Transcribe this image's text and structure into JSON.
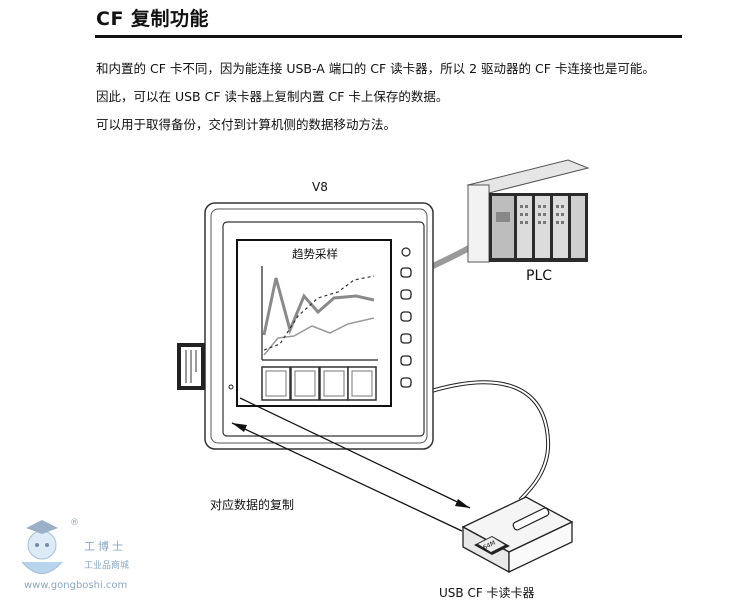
{
  "heading": "CF 复制功能",
  "paragraphs": [
    "和内置的 CF 卡不同，因为能连接 USB-A 端口的 CF 读卡器，所以 2 驱动器的 CF 卡连接也是可能。",
    "因此，可以在 USB CF 读卡器上复制内置 CF 卡上保存的数据。",
    "可以用于取得备份，交付到计算机侧的数据移动方法。"
  ],
  "diagram": {
    "device_label": "V8",
    "screen_title": "趋势采样",
    "plc_label": "PLC",
    "copy_label": "对应数据的复制",
    "reader_label": "USB CF 卡读卡器",
    "card_label": "64M"
  },
  "watermark": {
    "brand": "工博士",
    "sub": "工业品商城",
    "url": "www.gongboshi.com",
    "reg": "®"
  }
}
